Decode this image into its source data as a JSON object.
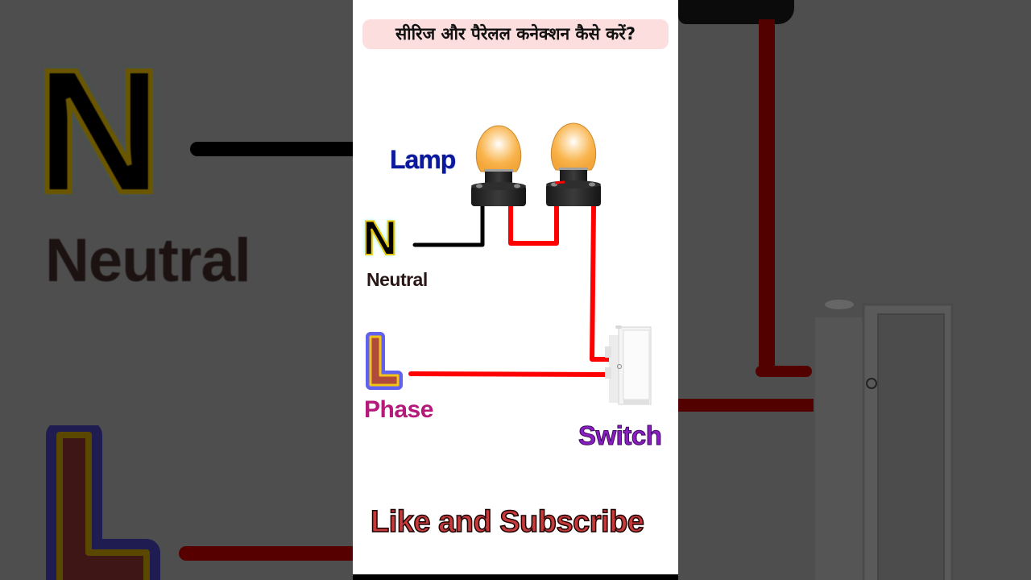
{
  "title": "सीरिज और पैरेलल कनेक्शन कैसे करें?",
  "labels": {
    "lamp": "Lamp",
    "neutral_letter": "N",
    "neutral": "Neutral",
    "phase_letter": "L",
    "phase": "Phase",
    "switch": "Switch",
    "call_to_action": "Like and Subscribe"
  },
  "background": {
    "neutral_letter": "N",
    "neutral": "Neutral"
  },
  "colors": {
    "title_pill": "#fcdede",
    "lamp_label": "#0b1a9c",
    "phase_label": "#b51a7a",
    "switch_label": "#8a1ec2",
    "cta_label": "#c73a3a",
    "phase_wire": "#ff0000",
    "neutral_wire": "#000000",
    "bulb_glass": "#f8b24a",
    "page_backdrop": "#4e4e4e"
  },
  "components": [
    {
      "type": "lamp",
      "id": "lamp-1"
    },
    {
      "type": "lamp",
      "id": "lamp-2"
    },
    {
      "type": "switch",
      "id": "switch-1"
    }
  ],
  "wires": [
    {
      "from": "neutral",
      "to": "lamp-1",
      "color": "black"
    },
    {
      "from": "lamp-1",
      "to": "lamp-2",
      "color": "red"
    },
    {
      "from": "lamp-2",
      "to": "switch-1",
      "color": "red"
    },
    {
      "from": "phase",
      "to": "switch-1",
      "color": "red"
    }
  ]
}
